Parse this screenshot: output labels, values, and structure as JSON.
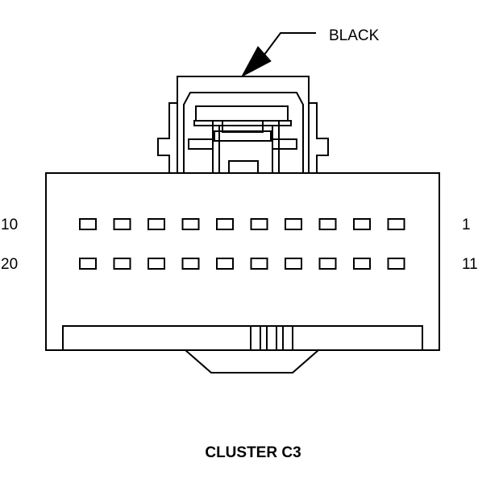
{
  "diagram": {
    "type": "connector-pinout",
    "connector_color_label": "BLACK",
    "caption": "CLUSTER C3",
    "row1": {
      "left_pin_label": "10",
      "right_pin_label": "1"
    },
    "row2": {
      "left_pin_label": "20",
      "right_pin_label": "11"
    },
    "pins_per_row": 10,
    "line_color": "#000000",
    "background": "#ffffff"
  }
}
